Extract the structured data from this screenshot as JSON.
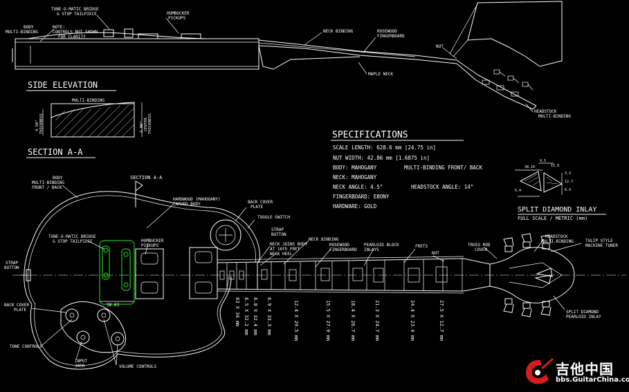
{
  "side_elevation": {
    "heading": "SIDE ELEVATION",
    "callouts": {
      "bridge": "TUNE-O-MATIC BRIDGE",
      "tailpiece": "& STOP TAILPIECE",
      "body": "BODY",
      "multi_binding": "MULTI-BINDING",
      "note1": "NOTE:",
      "note2": "CONTROLS NOT SHOWN",
      "note3": "FOR CLARITY",
      "humbucker": "HUMBUCKER",
      "pickups": "PICKUPS",
      "neck_binding": "NECK BINDING",
      "rosewood": "ROSEWOOD",
      "fingerboard": "FINGERBOARD",
      "nut": "NUT",
      "maple_neck": "MAPLE NECK",
      "headstock": "HEADSTOCK",
      "hs_binding": "MULTI-BINDING"
    }
  },
  "section_aa": {
    "heading": "SECTION A-A",
    "multi_binding": "MULTI-BINDING",
    "left_dim1": "4.50\"",
    "left_dim2": "THICKNESS",
    "right_dim1": "2.00\"",
    "right_dim2": "CENTER",
    "right_dim3": "THICKNESS"
  },
  "specifications": {
    "heading": "SPECIFICATIONS",
    "scale_length": "SCALE LENGTH: 628.6 mm [24.75 in]",
    "nut_width": "NUT WIDTH: 42.86 mm [1.6875 in]",
    "body": "BODY: MAHOGANY",
    "body_binding": "MULTI-BINDING FRONT/ BACK",
    "neck": "NECK: MAHOGANY",
    "neck_angle": "NECK ANGLE: 4.5°",
    "headstock_angle": "HEADSTOCK ANGLE: 14°",
    "fingerboard": "FINGERBOARD: EBONY",
    "hardware": "HARDWARE: GOLD"
  },
  "inlay_detail": {
    "heading": "SPLIT DIAMOND INLAY",
    "subheading": "FULL SCALE / METRIC (mm)",
    "dims": [
      "38.10",
      "9.5",
      "15.9",
      "3.2",
      "12.7",
      "5.4",
      "6.4"
    ]
  },
  "plan_view": {
    "body_binding1": "BODY",
    "body_binding2": "MULTI-BINDING",
    "body_binding3": "FRONT / BACK",
    "section_aa": "SECTION A-A",
    "hardwood1": "HARDWOOD (MAHOGANY)",
    "hardwood2": "CARVED BODY",
    "back_cover1": "BACK COVER",
    "back_cover2": "PLATE",
    "toggle": "TOGGLE SWITCH",
    "strap_button_upper1": "STRAP",
    "strap_button_upper2": "BUTTON",
    "tom1": "TUNE-O-MATIC BRIDGE",
    "tom2": "& STOP TAILPIECE",
    "humbucker1": "HUMBUCKER",
    "humbucker2": "PICKUPS",
    "neck_joins1": "NECK JOINS BODY",
    "neck_joins2": "AT 16th FRET",
    "neck_binding": "NECK BINDING",
    "neck_heel": "NECK HEEL",
    "rosewood1": "ROSEWOOD",
    "rosewood2": "FINGERBOARD",
    "pearloid1": "PEARLOID BLOCK",
    "pearloid2": "INLAYS",
    "frets": "FRETS",
    "nut": "NUT",
    "truss1": "TRUSS ROD",
    "truss2": "COVER",
    "hs_binding1": "HEADSTOCK",
    "hs_binding2": "MULTI-BINDING",
    "tulip1": "TULIP STYLE",
    "tulip2": "MACHINE TUNER",
    "split_diamond1": "SPLIT DIAMOND",
    "split_diamond2": "PEARLOID INLAY",
    "strap_left1": "STRAP",
    "strap_left2": "BUTTON",
    "back_cover_left1": "BACK COVER",
    "back_cover_left2": "PLATE",
    "tone": "TONE CONTROLS",
    "input1": "INPUT",
    "input2": "JACK",
    "volume": "VOLUME CONTROLS",
    "bridge_dim": "38.63",
    "inlay_dims": [
      "63 X 34 mm",
      "6.5 X 32.2 mm",
      "6.8 X 32.4 mm",
      "6.9 X 33.3 mm",
      "12.4 X 29.5 mm",
      "15.5 X 27.9 mm",
      "18.4 X 26.7 mm",
      "21.3 X 24.7 mm",
      "24.4 X 23.4 mm",
      "27.5 X 12.7 mm"
    ]
  },
  "watermark": {
    "title": "吉他中国",
    "url": "bbs.GuitarChina.com"
  }
}
